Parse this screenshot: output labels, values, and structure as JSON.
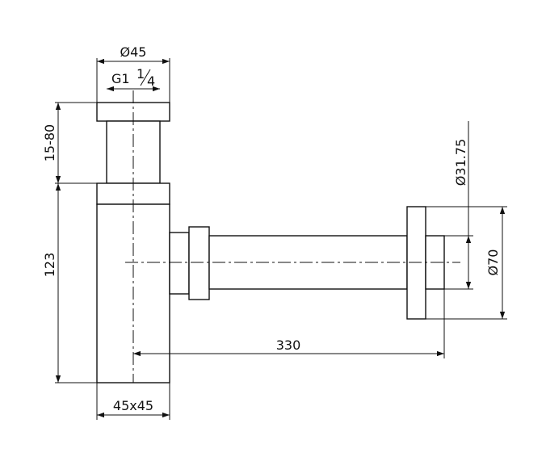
{
  "drawing": {
    "dimensions": {
      "top_diameter": "Ø45",
      "thread": "G1",
      "thread_fraction_num": "1",
      "thread_fraction_den": "4",
      "adjust_height": "15-80",
      "body_height": "123",
      "body_section": "45x45",
      "outlet_length": "330",
      "wall_tube_diameter": "Ø31.75",
      "wall_flange_diameter": "Ø70"
    }
  }
}
